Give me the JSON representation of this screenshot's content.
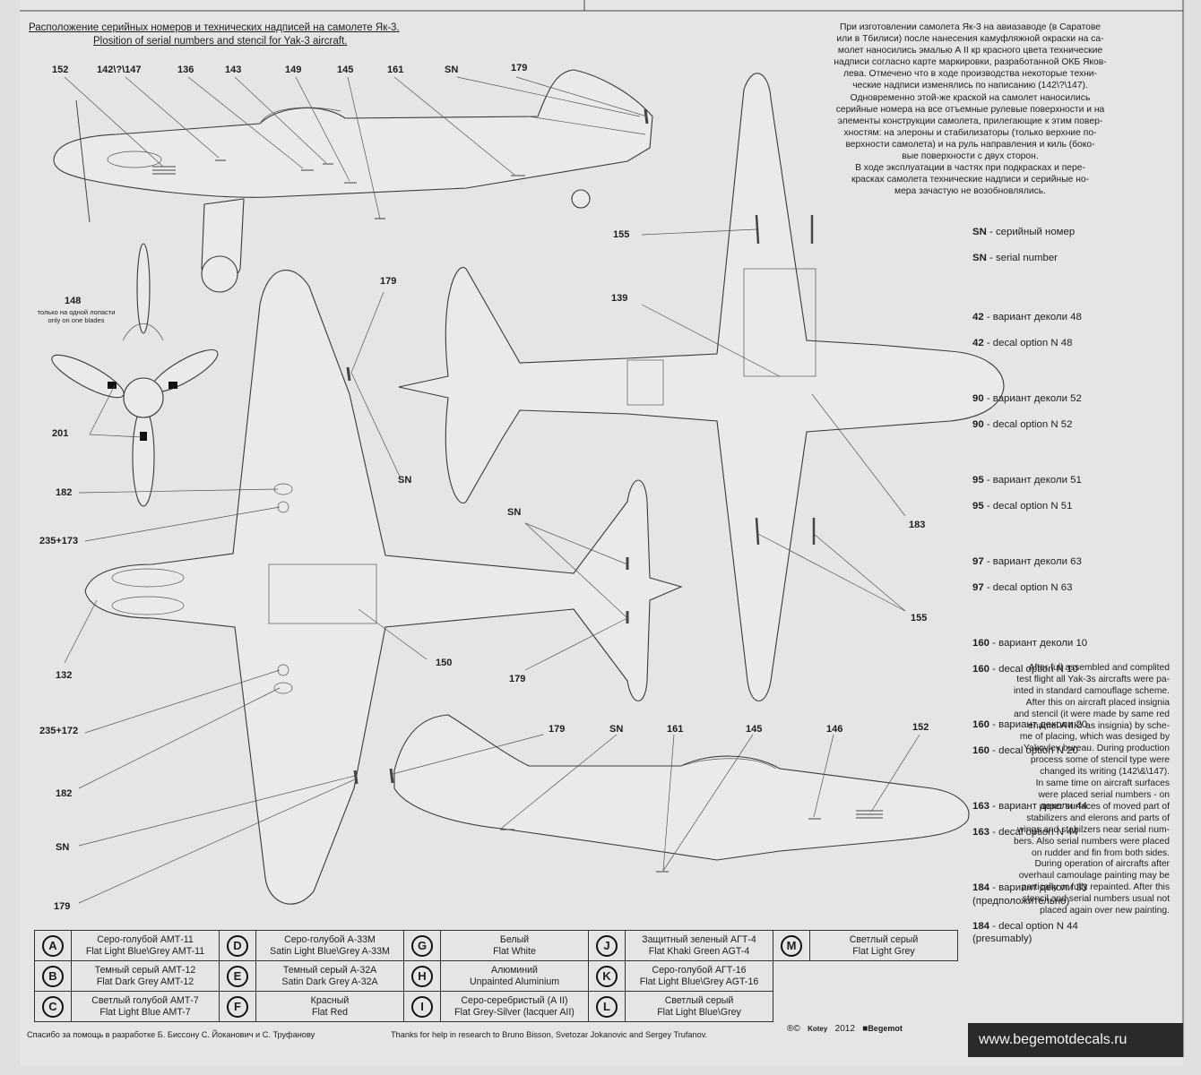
{
  "header": {
    "title_ru": "Расположение серийных номеров и технических надписей на самолете Як-3.",
    "title_en": "Plosition of serial numbers and stencil for Yak-3 aircraft."
  },
  "ru_text": "При изготовлении самолета Як-3 на авиазаводе (в Саратове\nили в Тбилиси) после нанесения камуфляжной окраски на са-\nмолет наносились эмалью А II кр красного цвета технические\nнадписи согласно карте маркировки, разработанной ОКБ Яков-\nлева. Отмечено что в ходе производства некоторые техни-\nческие надписи изменялись по написанию (142\\?\\147).\nОдновременно этой-же краской на самолет наносились\nсерийные номера на все отъемные рулевые поверхности и на\nэлементы конструкции самолета, прилегающие к этим повер-\nхностям: на элероны и стабилизаторы (только верхние по-\nверхности самолета) и на руль направления и киль (боко-\nвые поверхности с двух сторон.\nВ ходе эксплуатации в частях при подкрасках и пере-\nкрасках самолета технические надписи и серийные но-\nмера зачастую не возобновлялись.",
  "legend": [
    {
      "code": "SN",
      "ru": "серийный номер",
      "en": "serial number"
    },
    {
      "code": "42",
      "ru": "вариант деколи 48",
      "en": "decal option N 48"
    },
    {
      "code": "90",
      "ru": "вариант деколи 52",
      "en": "decal option N 52"
    },
    {
      "code": "95",
      "ru": "вариант деколи 51",
      "en": "decal option N 51"
    },
    {
      "code": "97",
      "ru": "вариант деколи 63",
      "en": "decal option N 63"
    },
    {
      "code": "160",
      "ru": "вариант деколи 10",
      "en": "decal option N 10"
    },
    {
      "code": "160",
      "ru": "вариант деколи 20",
      "en": "decal option N 20"
    },
    {
      "code": "163",
      "ru": "вариант деколи 44",
      "en": "decal option N 44"
    },
    {
      "code": "184",
      "ru": "вариант деколи 33\n(предположительно)",
      "en": "decal option N 44\n(presumably)"
    }
  ],
  "en_text": "After full assembled and complited\ntest flight all Yak-3s aircrafts were pa-\ninted in standard camouflage scheme.\nAfter this on aircraft placed insignia\nand stencil (it were made by same red\nenamel A IIKr as insignia) by sche-\nme of placing, which was desiged by\nYakovlev bureau. During production\nprocess some of stencil type were\nchanged its writing (142\\&\\147).\nIn same time on aircraft surfaces\nwere placed serial numbers - on\nupper surfaces of moved part of\nstabilizers and elerons and parts of\nwings and stabilzers near serial num-\nbers. Also serial numbers were placed\non rudder and fin from both sides.\nDuring operation of aircrafts after\noverhaul camoulage painting may be\npartically or fully repainted. After this\nstencil and serial numbers usual not\nplaced again over new painting.",
  "callouts": {
    "c152a": "152",
    "c142": "142\\?\\147",
    "c136": "136",
    "c143": "143",
    "c149": "149",
    "c145a": "145",
    "c161a": "161",
    "cSNa": "SN",
    "c179a": "179",
    "c148": "148",
    "c148note_ru": "только на одной лопасти",
    "c148note_en": "only on one blades",
    "c201": "201",
    "c182a": "182",
    "c235a": "235+173",
    "c132": "132",
    "c235b": "235+172",
    "c182b": "182",
    "cSNb": "SN",
    "c179b": "179",
    "c179c": "179",
    "cSNc": "SN",
    "c150": "150",
    "cSNd": "SN",
    "c179d": "179",
    "c155a": "155",
    "c139": "139",
    "c183": "183",
    "c155b": "155",
    "c179e": "179",
    "cSNe": "SN",
    "c161b": "161",
    "c145b": "145",
    "c146": "146",
    "c152b": "152"
  },
  "colors": [
    [
      {
        "letter": "A",
        "ru": "Серо-голубой АМТ-11",
        "en": "Flat Light Blue\\Grey AMT-11"
      },
      {
        "letter": "D",
        "ru": "Серо-голубой А-33М",
        "en": "Satin Light Blue\\Grey A-33M"
      },
      {
        "letter": "G",
        "ru": "Белый",
        "en": "Flat White"
      },
      {
        "letter": "J",
        "ru": "Защитный зеленый АГТ-4",
        "en": "Flat Khaki Green AGT-4"
      },
      {
        "letter": "M",
        "ru": "Светлый серый",
        "en": "Flat Light Grey"
      }
    ],
    [
      {
        "letter": "B",
        "ru": "Темный серый АМТ-12",
        "en": "Flat Dark Grey AMT-12"
      },
      {
        "letter": "E",
        "ru": "Темный серый А-32А",
        "en": "Satin Dark Grey A-32A"
      },
      {
        "letter": "H",
        "ru": "Алюминий",
        "en": "Unpainted Aluminium"
      },
      {
        "letter": "K",
        "ru": "Серо-голубой АГТ-16",
        "en": "Flat Light Blue\\Grey AGT-16"
      }
    ],
    [
      {
        "letter": "C",
        "ru": "Светлый голубой АМТ-7",
        "en": "Flat Light Blue AMT-7"
      },
      {
        "letter": "F",
        "ru": "Красный",
        "en": "Flat Red"
      },
      {
        "letter": "I",
        "ru": "Серо-серебристый (А II)",
        "en": "Flat Grey-Silver (lacquer AII)"
      },
      {
        "letter": "L",
        "ru": "Светлый серый",
        "en": "Flat Light Blue\\Grey"
      }
    ]
  ],
  "footer": {
    "thanks_ru": "Спасибо за помощь в разработке  Б. Биссону С. Йоканович и С. Труфанову",
    "thanks_en": "Thanks for help in research to Bruno Bisson, Svetozar Jokanovic and Sergey Trufanov.",
    "copyright": "®©",
    "author": "Kotey",
    "year": "2012",
    "brand": "Begemot",
    "url": "www.begemotdecals.ru"
  }
}
